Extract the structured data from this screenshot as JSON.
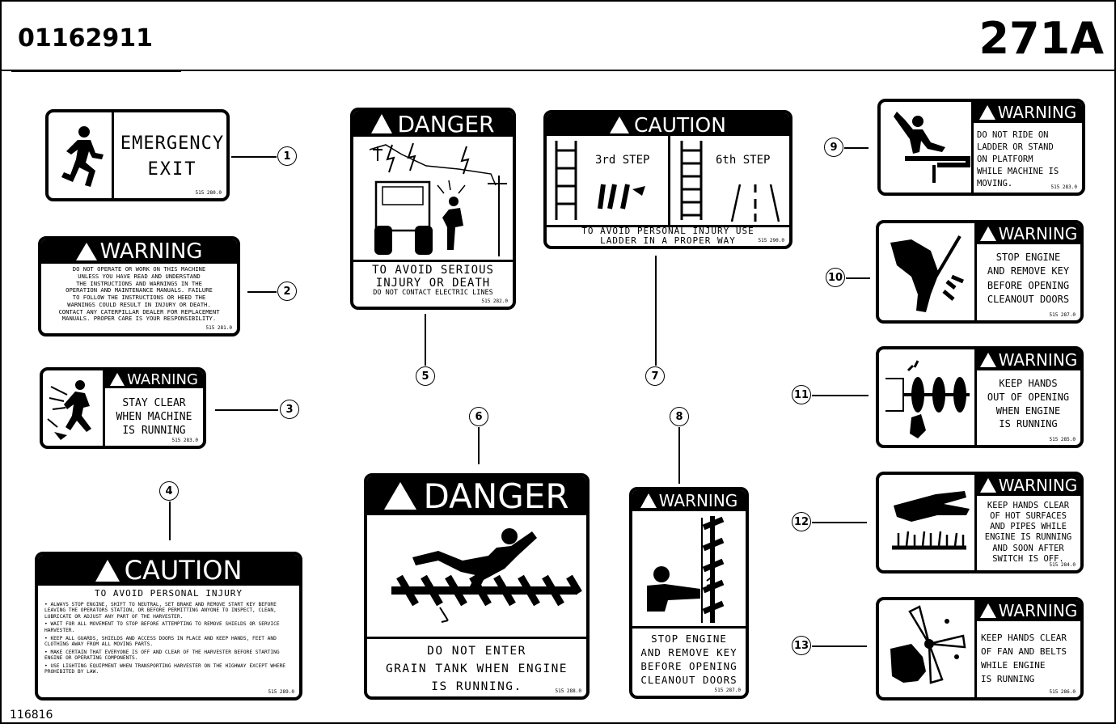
{
  "header": {
    "part_number": "01162911",
    "page_id": "271A"
  },
  "footer": {
    "figure_number": "116816"
  },
  "decals": {
    "d1": {
      "callout": "1",
      "text1": "EMERGENCY",
      "text2": "EXIT",
      "code": "515 280.0"
    },
    "d2": {
      "callout": "2",
      "signal": "WARNING",
      "lines": [
        "DO NOT OPERATE OR WORK ON THIS MACHINE",
        "UNLESS YOU HAVE READ AND UNDERSTAND",
        "THE INSTRUCTIONS AND WARNINGS IN THE",
        "OPERATION AND MAINTENANCE MANUALS. FAILURE",
        "TO FOLLOW THE INSTRUCTIONS OR HEED THE",
        "WARNINGS COULD RESULT IN INJURY OR DEATH.",
        "CONTACT ANY CATERPILLAR DEALER FOR REPLACEMENT",
        "MANUALS. PROPER CARE IS YOUR RESPONSIBILITY."
      ],
      "code": "515 281.0"
    },
    "d3": {
      "callout": "3",
      "signal": "WARNING",
      "line1": "STAY CLEAR",
      "line2": "WHEN MACHINE",
      "line3": "IS RUNNING",
      "code": "515 283.0"
    },
    "d4": {
      "callout": "4",
      "signal": "CAUTION",
      "subtitle": "TO AVOID PERSONAL INJURY",
      "lines": [
        "• ALWAYS STOP ENGINE, SHIFT TO NEUTRAL, SET BRAKE AND REMOVE START KEY BEFORE LEAVING THE OPERATORS STATION, OR BEFORE PERMITTING ANYONE TO INSPECT, CLEAN, LUBRICATE OR ADJUST ANY PART OF THE HARVESTER.",
        "• WAIT FOR ALL MOVEMENT TO STOP BEFORE ATTEMPTING TO REMOVE SHIELDS OR SERVICE HARVESTER.",
        "• KEEP ALL GUARDS, SHIELDS AND ACCESS DOORS IN PLACE AND KEEP HANDS, FEET AND CLOTHING AWAY FROM ALL MOVING PARTS.",
        "• MAKE CERTAIN THAT EVERYONE IS OFF AND CLEAR OF THE HARVESTER BEFORE STARTING ENGINE OR OPERATING COMPONENTS.",
        "• USE LIGHTING EQUIPMENT WHEN TRANSPORTING HARVESTER ON THE HIGHWAY EXCEPT WHERE PROHIBITED BY LAW."
      ],
      "code": "515 289.0"
    },
    "d5": {
      "callout": "5",
      "signal": "DANGER",
      "line1": "TO AVOID SERIOUS",
      "line2": "INJURY OR DEATH",
      "line3": "DO NOT CONTACT ELECTRIC LINES",
      "code": "515 282.0"
    },
    "d6": {
      "callout": "6",
      "signal": "DANGER",
      "line1": "DO NOT ENTER",
      "line2": "GRAIN TANK WHEN ENGINE",
      "line3": "IS RUNNING.",
      "code": "515 288.0"
    },
    "d7": {
      "callout": "7",
      "signal": "CAUTION",
      "left_label": "3rd STEP",
      "right_label": "6th STEP",
      "line1": "TO AVOID PERSONAL INJURY USE",
      "line2": "LADDER IN A PROPER WAY",
      "code": "515 290.0"
    },
    "d8": {
      "callout": "8",
      "signal": "WARNING",
      "line1": "STOP ENGINE",
      "line2": "AND REMOVE KEY",
      "line3": "BEFORE OPENING",
      "line4": "CLEANOUT DOORS",
      "code": "515 287.0"
    },
    "d9": {
      "callout": "9",
      "signal": "WARNING",
      "lines": [
        "DO NOT RIDE ON",
        "LADDER OR STAND",
        "ON PLATFORM",
        "WHILE MACHINE IS",
        "MOVING."
      ],
      "code": "515 283.0"
    },
    "d10": {
      "callout": "10",
      "signal": "WARNING",
      "lines": [
        "STOP ENGINE",
        "AND REMOVE KEY",
        "BEFORE OPENING",
        "CLEANOUT DOORS"
      ],
      "code": "515 287.0"
    },
    "d11": {
      "callout": "11",
      "signal": "WARNING",
      "lines": [
        "KEEP HANDS",
        "OUT OF OPENING",
        "WHEN ENGINE",
        "IS RUNNING"
      ],
      "code": "515 285.0"
    },
    "d12": {
      "callout": "12",
      "signal": "WARNING",
      "lines": [
        "KEEP HANDS CLEAR",
        "OF HOT SURFACES",
        "AND PIPES WHILE",
        "ENGINE IS RUNNING",
        "AND SOON AFTER",
        "SWITCH IS OFF."
      ],
      "code": "515 284.0"
    },
    "d13": {
      "callout": "13",
      "signal": "WARNING",
      "lines": [
        "KEEP HANDS CLEAR",
        "OF FAN AND BELTS",
        "WHILE ENGINE",
        "IS RUNNING"
      ],
      "code": "515 286.0"
    }
  }
}
